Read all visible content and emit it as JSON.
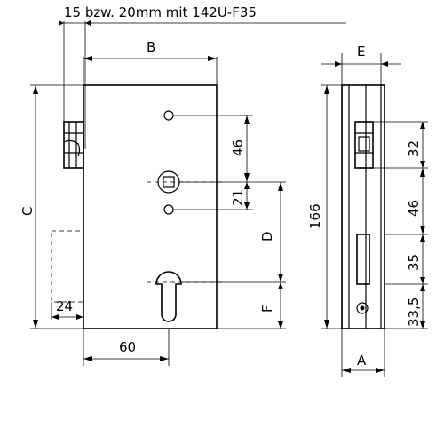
{
  "header_note": "15 bzw. 20mm mit 142U-F35",
  "dimensions": {
    "B": "B",
    "C": "C",
    "D": "D",
    "E": "E",
    "F": "F",
    "A": "A",
    "d24": "24",
    "d60": "60",
    "d46_front": "46",
    "d21": "21",
    "d166": "166",
    "d32": "32",
    "d46_side": "46",
    "d35": "35",
    "d33_5": "33,5"
  }
}
